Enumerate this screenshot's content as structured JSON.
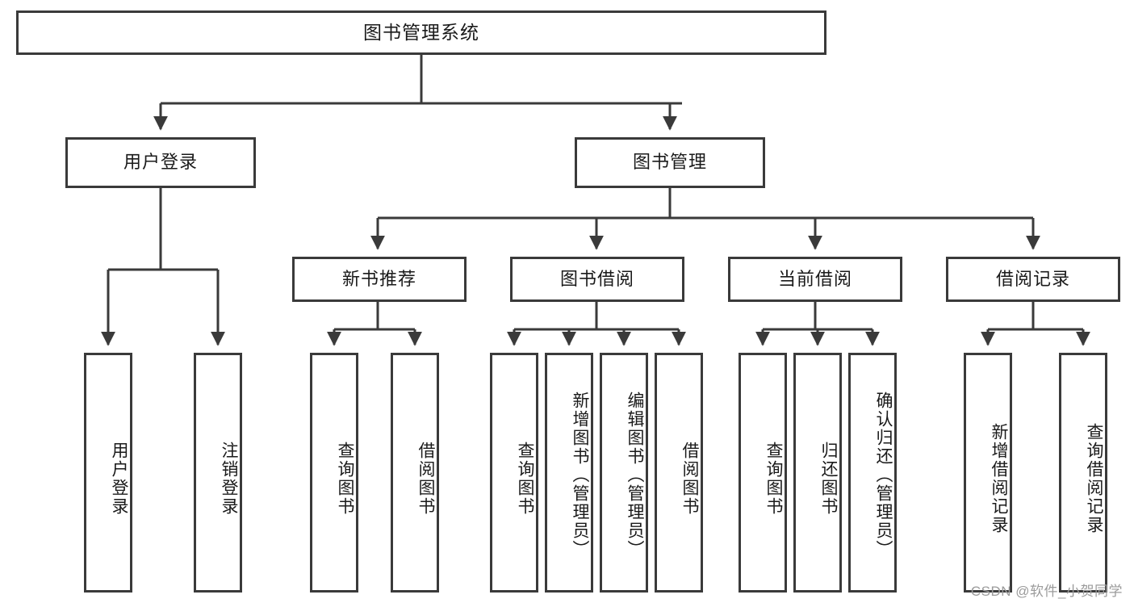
{
  "diagram": {
    "title": "图书管理系统",
    "type": "hierarchy-tree",
    "stroke_color": "#3a3a3a",
    "fill_color": "#ffffff",
    "text_color": "#1a1a1a",
    "levels": {
      "root": {
        "label": "图书管理系统"
      },
      "level2": [
        {
          "label": "用户登录"
        },
        {
          "label": "图书管理"
        }
      ],
      "level3": [
        {
          "label": "新书推荐"
        },
        {
          "label": "图书借阅"
        },
        {
          "label": "当前借阅"
        },
        {
          "label": "借阅记录"
        }
      ],
      "leaves": [
        {
          "label": "用户登录",
          "parent": "用户登录"
        },
        {
          "label": "注销登录",
          "parent": "用户登录"
        },
        {
          "label": "查询图书",
          "parent": "新书推荐"
        },
        {
          "label": "借阅图书",
          "parent": "新书推荐"
        },
        {
          "label": "查询图书",
          "parent": "图书借阅"
        },
        {
          "label": "新增图书（管理员）",
          "parent": "图书借阅"
        },
        {
          "label": "编辑图书（管理员）",
          "parent": "图书借阅"
        },
        {
          "label": "借阅图书",
          "parent": "图书借阅"
        },
        {
          "label": "查询图书",
          "parent": "当前借阅"
        },
        {
          "label": "归还图书",
          "parent": "当前借阅"
        },
        {
          "label": "确认归还（管理员）",
          "parent": "当前借阅"
        },
        {
          "label": "新增借阅记录",
          "parent": "借阅记录"
        },
        {
          "label": "查询借阅记录",
          "parent": "借阅记录"
        }
      ]
    }
  },
  "watermark": {
    "text": "CSDN @软件_小贺同学"
  }
}
